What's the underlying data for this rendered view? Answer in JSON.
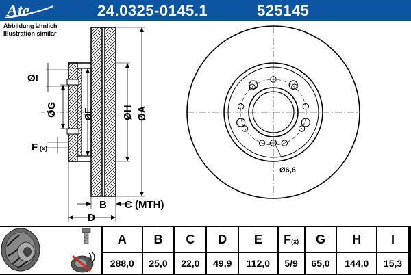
{
  "header": {
    "brand": "Ate",
    "part_number": "24.0325-0145.1",
    "article_number": "525145"
  },
  "note": {
    "line1": "Abbildung ähnlich",
    "line2": "Illustration similar"
  },
  "labels": {
    "dim_I": "ØI",
    "dim_G": "ØG",
    "dim_E": "ØE",
    "dim_H": "ØH",
    "dim_A": "ØA",
    "dim_F": "F",
    "dim_F_sup": "(x)",
    "dim_B": "B",
    "dim_C": "C (MTH)",
    "dim_D": "D",
    "hole_dia": "Ø6,6"
  },
  "specs": {
    "headers": [
      "A",
      "B",
      "C",
      "D",
      "E",
      "F",
      "G",
      "H",
      "I"
    ],
    "f_sup": "(x)",
    "values": [
      "288,0",
      "25,0",
      "22,0",
      "49,9",
      "112,0",
      "5/9",
      "65,0",
      "144,0",
      "15,3"
    ]
  },
  "colors": {
    "header_bg": "#0d55a3",
    "brand_red": "#d9261c"
  }
}
